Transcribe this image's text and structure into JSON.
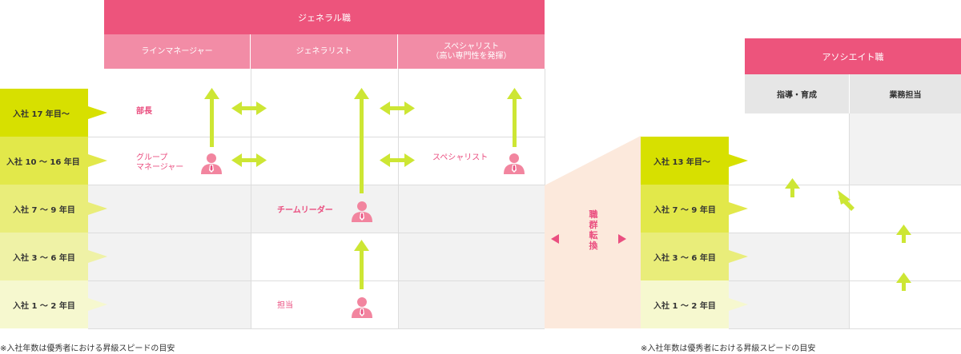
{
  "left": {
    "group_title": "ジェネラル職",
    "columns": [
      "ラインマネージャー",
      "ジェネラリスト",
      "スペシャリスト\n（高い専門性を発揮）"
    ],
    "rows": [
      "入社 17 年目～",
      "入社 10 ～ 16 年目",
      "入社 7 ～ 9 年目",
      "入社 3 ～ 6 年目",
      "入社 1 ～ 2 年目"
    ],
    "roles": {
      "bucho": "部長",
      "group_manager": "グループ\nマネージャー",
      "specialist": "スペシャリスト",
      "team_leader": "チームリーダー",
      "tanto": "担当"
    },
    "note": "※入社年数は優秀者における昇級スピードの目安"
  },
  "middle": {
    "label": "職群転換"
  },
  "right": {
    "group_title": "アソシエイト職",
    "columns": [
      "指導・育成",
      "業務担当"
    ],
    "rows": [
      "入社 13 年目～",
      "入社 7 ～ 9 年目",
      "入社 3 ～ 6 年目",
      "入社 1 ～ 2 年目"
    ],
    "note": "※入社年数は優秀者における昇級スピードの目安"
  },
  "colors": {
    "pink_dark": "#ed547c",
    "pink_light": "#f28ca6",
    "arrow_green": "#cde634",
    "row_yellow_1": "#d7e000",
    "row_yellow_2": "#e2e84a",
    "row_yellow_3": "#e9ed7a",
    "row_yellow_4": "#eff2a6",
    "row_yellow_5": "#f6f8cf",
    "peach": "#fce9dc"
  }
}
